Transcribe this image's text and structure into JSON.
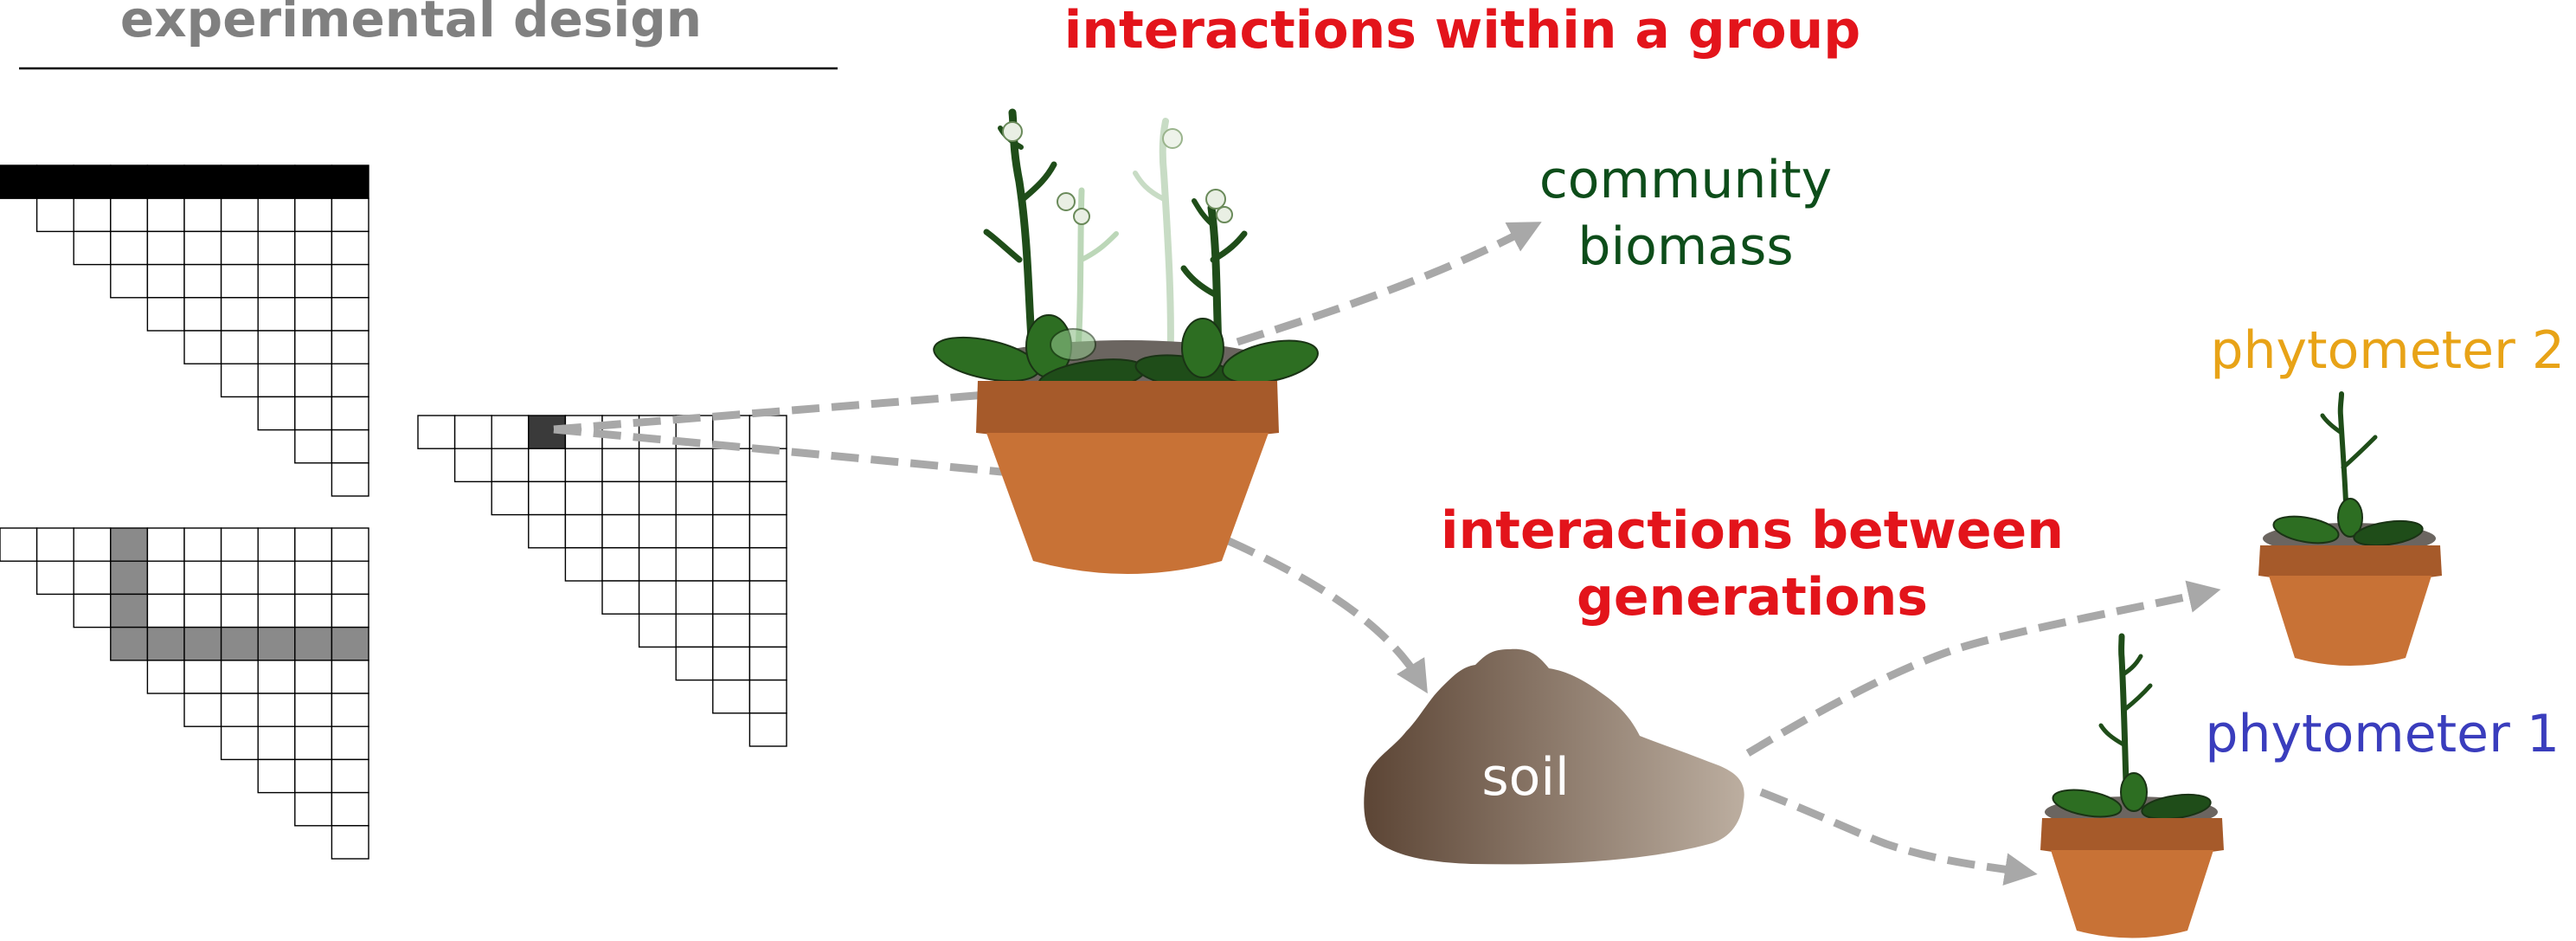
{
  "title": "experimental design",
  "labels": {
    "within": "interactions within a group",
    "between_1": "interactions between",
    "between_2": "generations",
    "community_1": "community",
    "community_2": "biomass",
    "phytometer_1": "phytometer 1",
    "phytometer_2": "phytometer 2",
    "soil": "soil"
  },
  "colors": {
    "title_gray": "#808080",
    "accent_red": "#e3141b",
    "community_green": "#0d4d1a",
    "phytometer2_orange": "#e8a317",
    "phytometer1_blue": "#3a3dbd",
    "arrow_gray": "#a8a8a8",
    "pot": "#c87236",
    "pot_rim": "#b0622c",
    "pot_rim_dark": "#9a5428",
    "leaf_dark": "#1f4d19",
    "leaf_mid": "#2d6e22",
    "matrix_black": "#000000",
    "matrix_gray": "#8a8a8a",
    "matrix_dark": "#3a3a3a"
  },
  "icons": [
    "pot-icon",
    "plant-icon",
    "soil-pile-icon",
    "arrow-icon"
  ]
}
